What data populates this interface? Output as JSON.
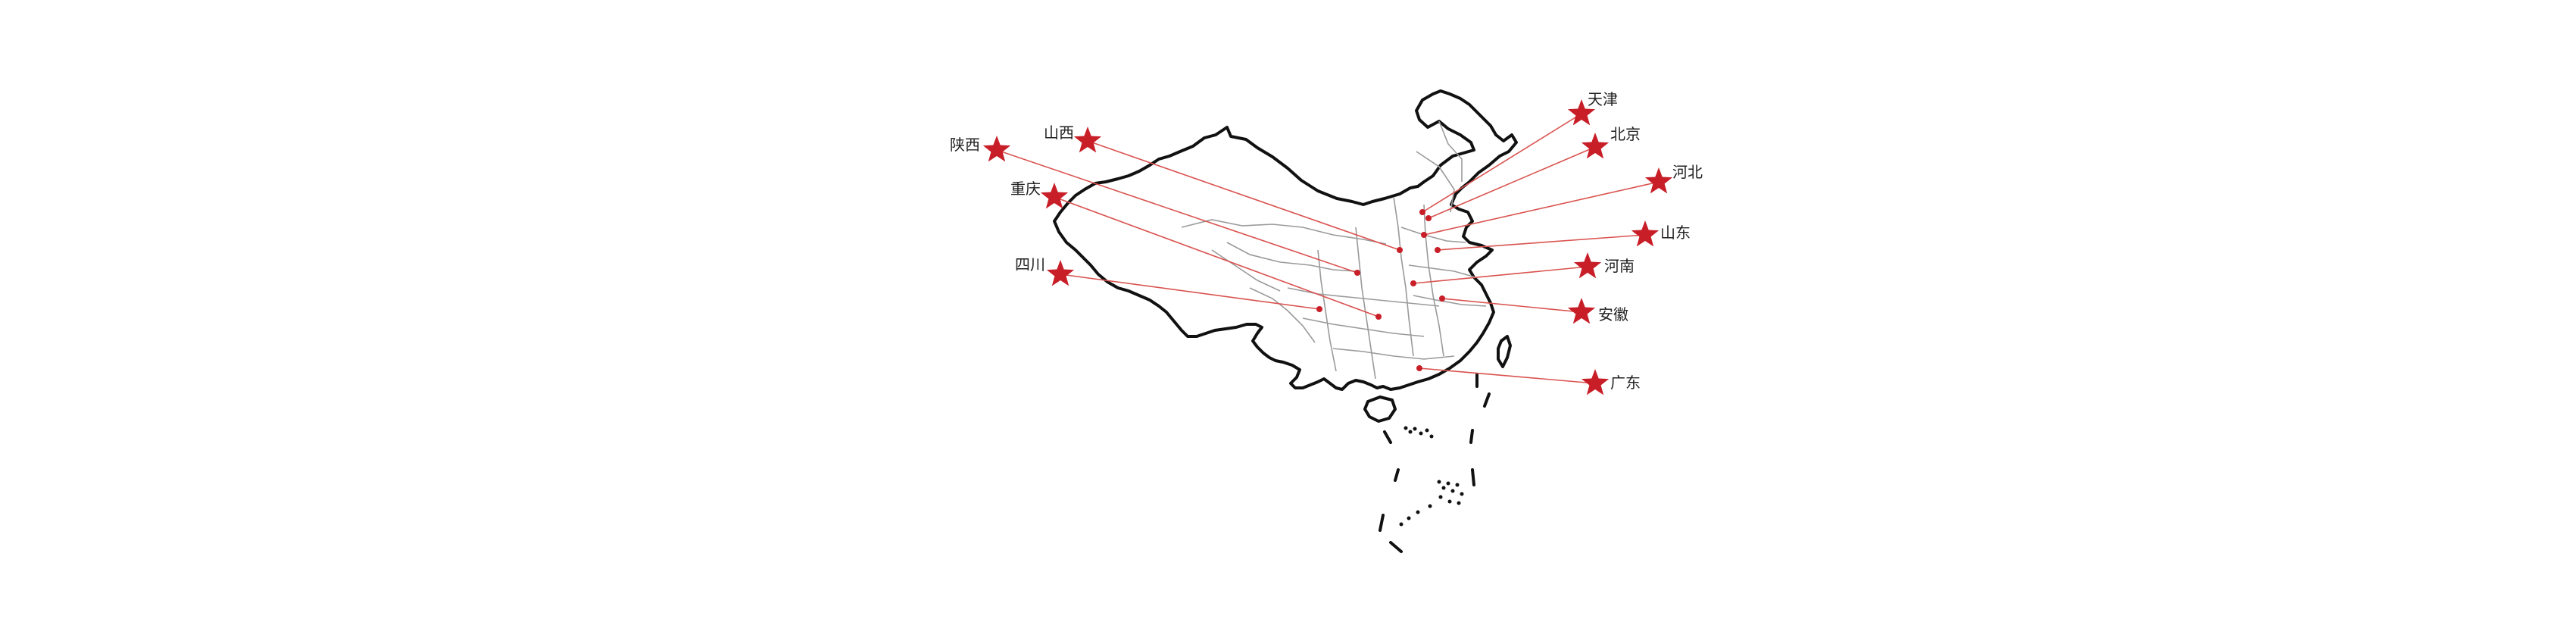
{
  "colors": {
    "background": "#ffffff",
    "outline": "#111111",
    "province_border": "#9a9a9a",
    "leader_line": "#d9534f",
    "marker": "#c81e28",
    "label": "#222222"
  },
  "icon": "star-icon",
  "provinces": [
    {
      "id": "shaanxi",
      "label": "陕西"
    },
    {
      "id": "shanxi",
      "label": "山西"
    },
    {
      "id": "chongqing",
      "label": "重庆"
    },
    {
      "id": "sichuan",
      "label": "四川"
    },
    {
      "id": "tianjin",
      "label": "天津"
    },
    {
      "id": "beijing",
      "label": "北京"
    },
    {
      "id": "hebei",
      "label": "河北"
    },
    {
      "id": "shandong",
      "label": "山东"
    },
    {
      "id": "henan",
      "label": "河南"
    },
    {
      "id": "anhui",
      "label": "安徽"
    },
    {
      "id": "guangdong",
      "label": "广东"
    }
  ]
}
